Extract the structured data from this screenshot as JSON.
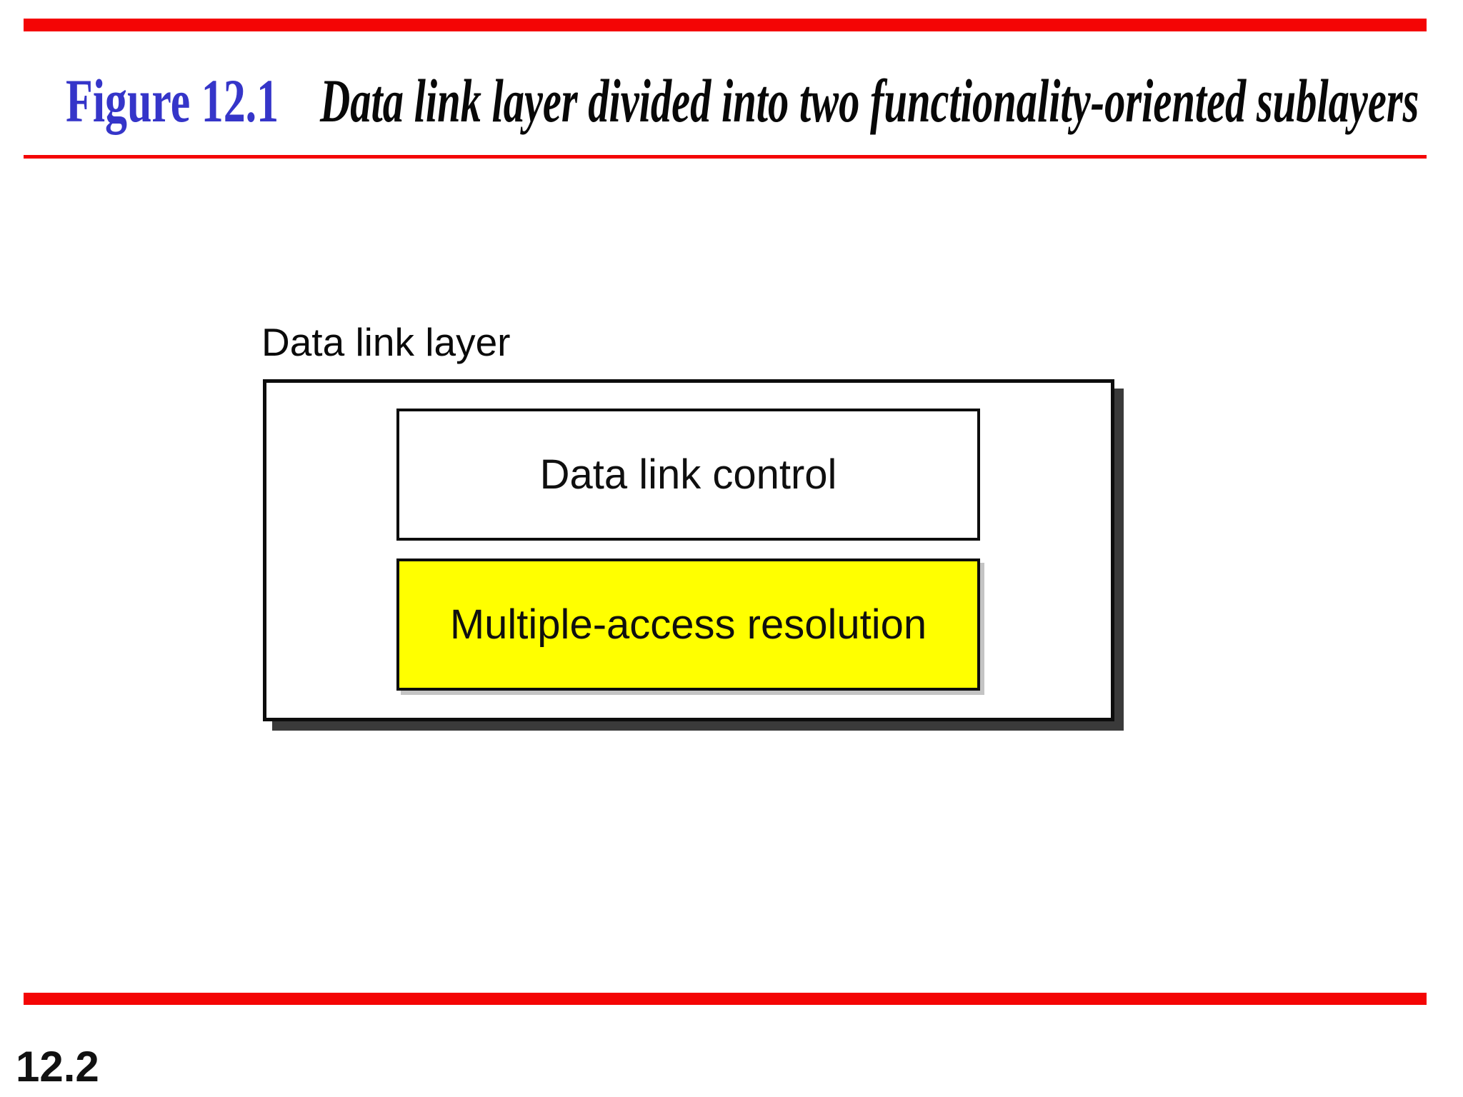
{
  "slide": {
    "figure_label": "Figure 12.1",
    "figure_caption": "Data link layer divided into two functionality-oriented sublayers",
    "page_number": "12.2"
  },
  "diagram": {
    "container_label": "Data link layer",
    "sublayers": [
      {
        "label": "Data link control",
        "fill": "#FFFFFF"
      },
      {
        "label": "Multiple-access resolution",
        "fill": "#FFFF00"
      }
    ]
  },
  "colors": {
    "accent_red": "#F40505",
    "figure_label_blue": "#3535C9",
    "highlight_yellow": "#FFFF00",
    "box_border_black": "#0D0D0D",
    "drop_shadow_gray": "#3A3A3A",
    "background_white": "#FFFFFF"
  }
}
